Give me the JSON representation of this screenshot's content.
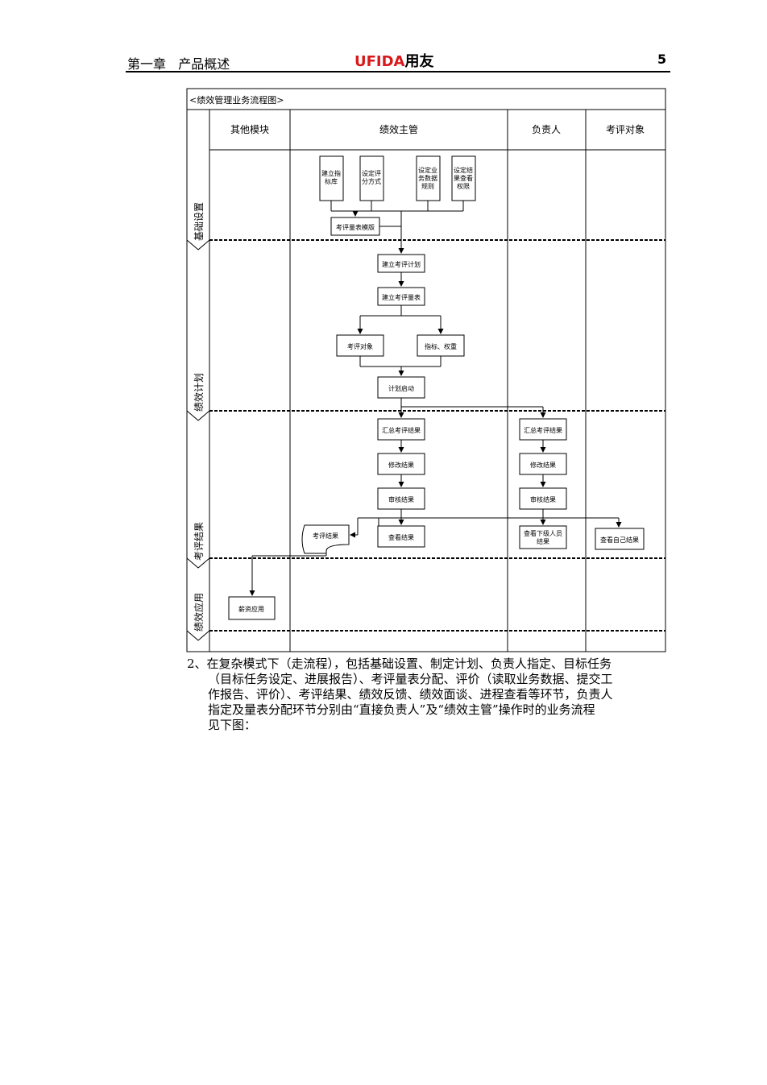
{
  "header": {
    "chapter": "第一章",
    "chapter_title": "产品概述",
    "logo_latin": "UFIDA",
    "logo_cn": "用友",
    "page_number": "5"
  },
  "diagram": {
    "title": "<绩效管理业务流程图>",
    "lanes": [
      "其他模块",
      "绩效主管",
      "负责人",
      "考评对象"
    ],
    "phases": [
      "基础设置",
      "绩效计划",
      "考评结果",
      "绩效应用"
    ],
    "boxes": {
      "b1": "建立指标库",
      "b2": "设定评分方式",
      "b3": "设定业务数据规则",
      "b4": "设定结果查看权限",
      "b5": "考评量表模版",
      "b6": "建立考评计划",
      "b7": "建立考评量表",
      "b8": "考评对象",
      "b9": "指标、权重",
      "b10": "计划启动",
      "b11": "汇总考评结果",
      "b12": "修改结果",
      "b13": "审核结果",
      "b14": "查看结果",
      "b15": "考评结果",
      "b16": "汇总考评结果",
      "b17": "修改结果",
      "b18": "审核结果",
      "b19": "查看下级人员结果",
      "b20": "查看自己结果",
      "b21": "薪资应用"
    }
  },
  "paragraph": {
    "line1": "2、在复杂模式下（走流程），包括基础设置、制定计划、负责人指定、目标任务",
    "line2": "（目标任务设定、进展报告）、考评量表分配、评价（读取业务数据、提交工",
    "line3": "作报告、评价）、考评结果、绩效反馈、绩效面谈、进程查看等环节，负责人",
    "line4": "指定及量表分配环节分别由“直接负责人”及“绩效主管”操作时的业务流程",
    "line5": "见下图："
  }
}
